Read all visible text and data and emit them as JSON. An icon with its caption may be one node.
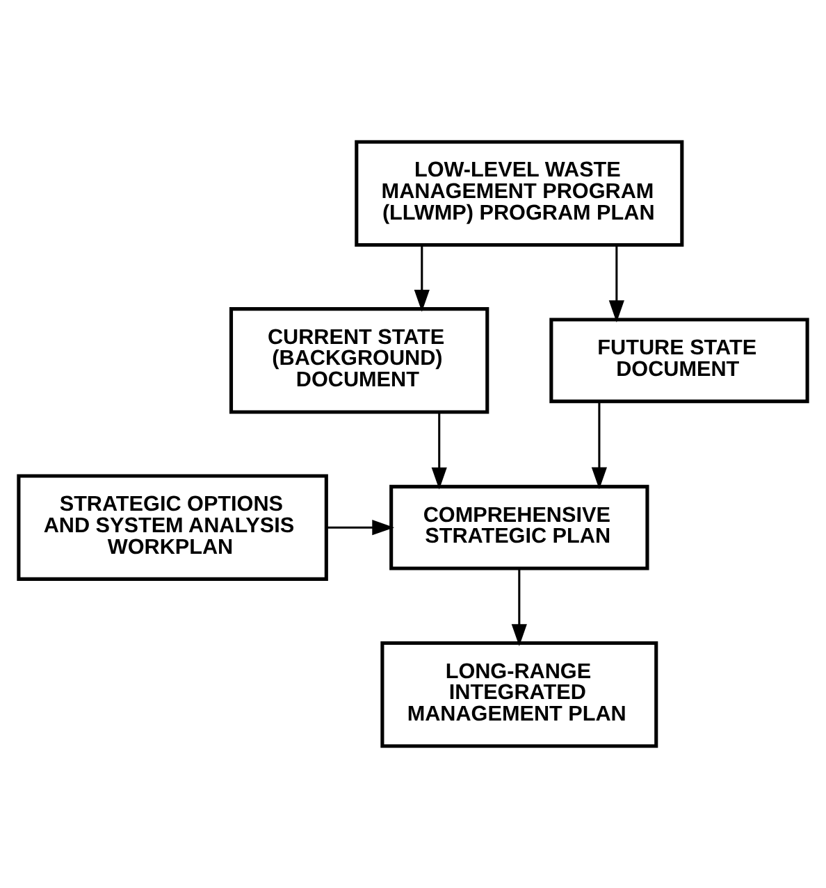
{
  "diagram": {
    "nodes": [
      {
        "text": [
          "LOW-LEVEL WASTE MANAGEMENT PROGRAM (LLWMP) PROGRAM PLAN"
        ]
      },
      {
        "text": [
          "CURRENT STATE (BACKGROUND) DOCUMENT"
        ]
      },
      {
        "text": [
          "FUTURE STATE DOCUMENT"
        ]
      },
      {
        "text": [
          "STRATEGIC OPTIONS AND SYSTEM ANALYSIS WORKPLAN"
        ]
      },
      {
        "text": [
          "COMPREHENSIVE STRATEGIC PLAN"
        ]
      },
      {
        "text": [
          "LONG-RANGE INTEGRATED MANAGEMENT PLAN"
        ]
      }
    ],
    "edges": [
      {
        "from": 0,
        "to": 1,
        "arrow": "to"
      },
      {
        "from": 0,
        "to": 2,
        "arrow": "to"
      },
      {
        "from": 1,
        "to": 4,
        "arrow": "to"
      },
      {
        "from": 2,
        "to": 4,
        "arrow": "to"
      },
      {
        "from": 3,
        "to": 4,
        "arrow": "to"
      },
      {
        "from": 4,
        "to": 5,
        "arrow": "to"
      }
    ]
  }
}
